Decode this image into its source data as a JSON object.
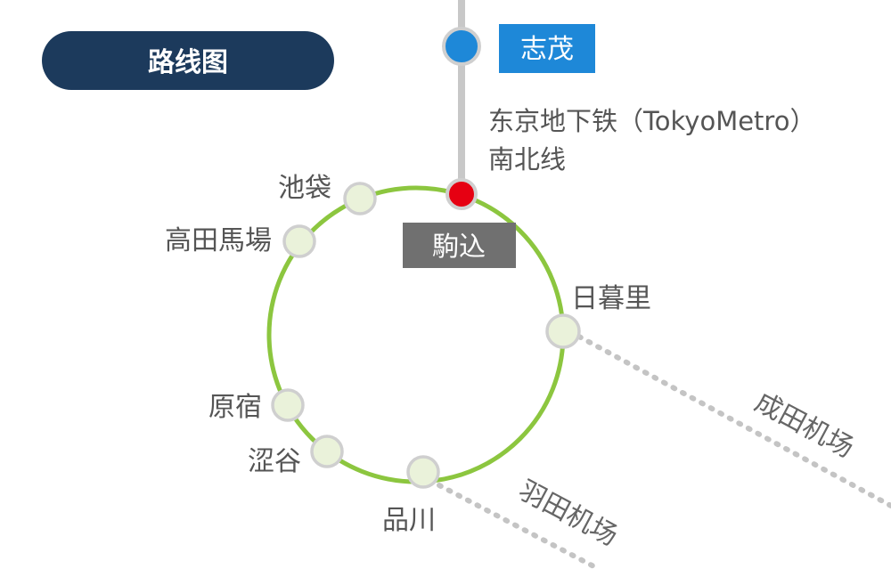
{
  "title": "路线图",
  "colors": {
    "title_bg": "#1c3a5c",
    "loop_line": "#8cc63f",
    "station_fill": "#eaf2da",
    "station_stroke": "#cfcfcf",
    "highlight_station": "#e60012",
    "branch_line": "#c8c8c8",
    "terminal_station": "#1e88d8",
    "terminal_label_bg": "#1e88d8",
    "current_label_bg": "#707070",
    "airport_route": "#c4c4c4"
  },
  "metro_line": {
    "name_line1": "东京地下铁（TokyoMetro）",
    "name_line2": "南北线",
    "terminal": "志茂"
  },
  "current_station": "駒込",
  "stations": {
    "ikebukuro": "池袋",
    "takadanobaba": "高田馬場",
    "nippori": "日暮里",
    "harajuku": "原宿",
    "shibuya": "涩谷",
    "shinagawa": "品川"
  },
  "airports": {
    "narita": "成田机场",
    "haneda": "羽田机场"
  }
}
